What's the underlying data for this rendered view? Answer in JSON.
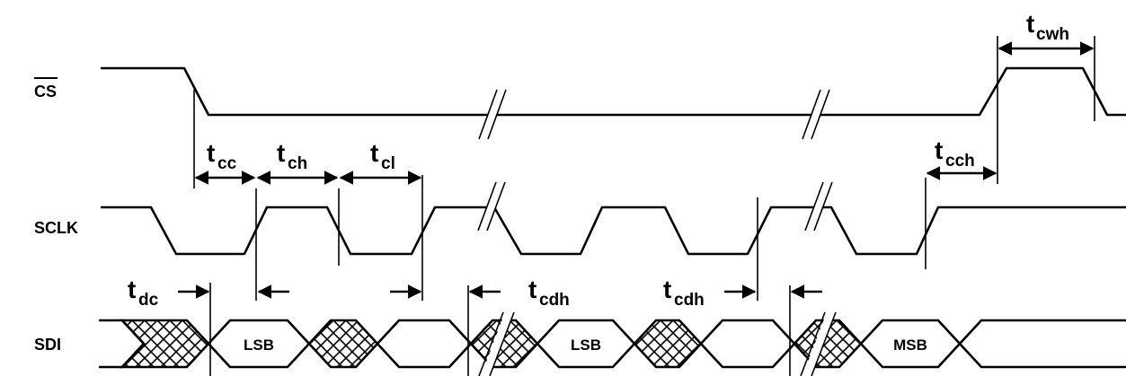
{
  "signals": {
    "cs": "CS",
    "sclk": "SCLK",
    "sdi": "SDI"
  },
  "timing_params": [
    {
      "id": "cwh",
      "main": "t",
      "sub": "cwh"
    },
    {
      "id": "cc",
      "main": "t",
      "sub": "cc"
    },
    {
      "id": "ch",
      "main": "t",
      "sub": "ch"
    },
    {
      "id": "cl",
      "main": "t",
      "sub": "cl"
    },
    {
      "id": "cch",
      "main": "t",
      "sub": "cch"
    },
    {
      "id": "dc",
      "main": "t",
      "sub": "dc"
    },
    {
      "id": "cdh1",
      "main": "t",
      "sub": "cdh"
    },
    {
      "id": "cdh2",
      "main": "t",
      "sub": "cdh"
    }
  ],
  "bus_values": {
    "lsb_first": "LSB",
    "lsb_second": "LSB",
    "msb": "MSB"
  }
}
